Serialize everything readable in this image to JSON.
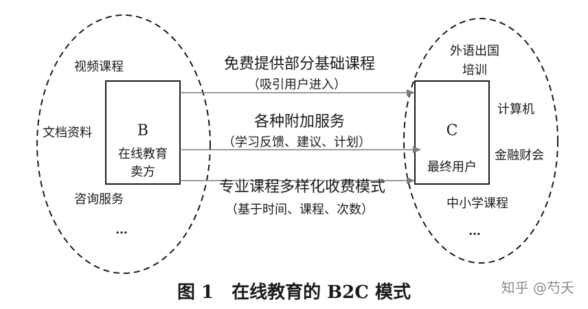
{
  "left_group": {
    "items": [
      "视频课程",
      "文档资料",
      "咨询服务",
      "…"
    ],
    "box_letter": "B",
    "box_line1": "在线教育",
    "box_line2": "卖方"
  },
  "right_group": {
    "items": [
      "外语出国",
      "培训",
      "计算机",
      "金融财会",
      "中小学课程",
      "…"
    ],
    "box_letter": "C",
    "box_line1": "最终用户"
  },
  "flows": [
    {
      "label": "免费提供部分基础课程",
      "sublabel": "（吸引用户进入）"
    },
    {
      "label": "各种附加服务",
      "sublabel": "（学习反馈、建议、计划）"
    },
    {
      "label": "专业课程多样化收费模式",
      "sublabel": "（基于时间、课程、次数）"
    }
  ],
  "caption": "图 1　在线教育的 B2C 模式",
  "watermark": "知乎 @芍夭",
  "colors": {
    "line": "#1a1a1a",
    "arrow": "#7a7a7a",
    "watermark": "#8c8c8c"
  }
}
